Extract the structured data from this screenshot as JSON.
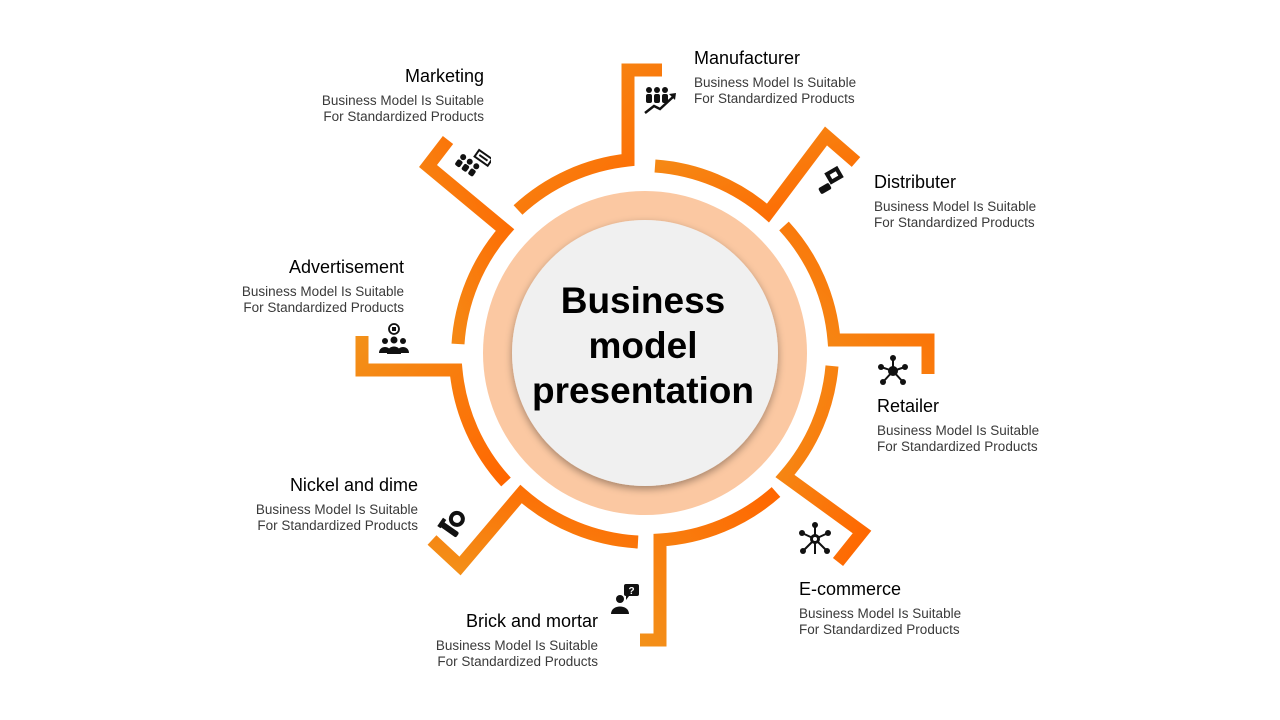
{
  "title_lines": [
    "Business",
    "model",
    "presentation"
  ],
  "description": "Business Model Is Suitable\nFor Standardized Products",
  "items": [
    {
      "title": "Manufacturer",
      "desc1": "Business Model Is Suitable",
      "desc2": "For Standardized Products",
      "icon": "team-growth-icon"
    },
    {
      "title": "Distributer",
      "desc1": "Business Model Is Suitable",
      "desc2": "For Standardized Products",
      "icon": "delivery-box-icon"
    },
    {
      "title": "Retailer",
      "desc1": "Business Model Is Suitable",
      "desc2": "For Standardized Products",
      "icon": "network-hub-icon"
    },
    {
      "title": "E-commerce",
      "desc1": "Business Model Is Suitable",
      "desc2": "For Standardized Products",
      "icon": "network-nodes-icon"
    },
    {
      "title": "Brick and mortar",
      "desc1": "Business Model Is Suitable",
      "desc2": "For Standardized Products",
      "icon": "person-question-icon"
    },
    {
      "title": "Nickel and dime",
      "desc1": "Business Model Is Suitable",
      "desc2": "For Standardized Products",
      "icon": "money-hand-icon"
    },
    {
      "title": "Advertisement",
      "desc1": "Business Model Is Suitable",
      "desc2": "For Standardized Products",
      "icon": "idea-group-icon"
    },
    {
      "title": "Marketing",
      "desc1": "Business Model Is Suitable",
      "desc2": "For Standardized Products",
      "icon": "audience-screen-icon"
    }
  ],
  "colors": {
    "orange_dark": "#FF6600",
    "orange_light": "#F39019",
    "ring": "#FBC8A2",
    "center": "#F0F0F0"
  }
}
